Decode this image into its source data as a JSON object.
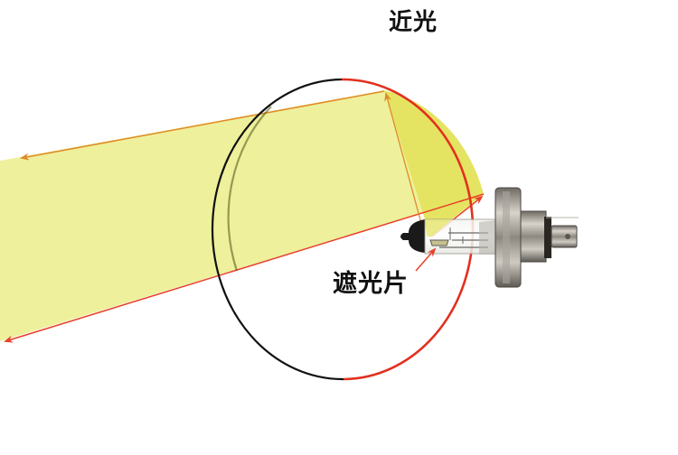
{
  "title": "近光",
  "labels": {
    "shield": "遮光片"
  },
  "colors": {
    "beam_fill": "#eef09c",
    "beam_inner_fill": "#e4e462",
    "beam_edge": "#e08a2a",
    "ray_red": "#e8412a",
    "reflector_red": "#e2301e",
    "reflector_black": "#111111",
    "metal": "#9a968e"
  },
  "diagram": {
    "type": "low-beam headlight optics",
    "elements": [
      {
        "name": "reflector",
        "shape": "ellipse",
        "left_half": "black",
        "right_half": "red"
      },
      {
        "name": "light-beam",
        "direction": "left",
        "fill": "yellow"
      },
      {
        "name": "bulb",
        "type": "H4 halogen"
      },
      {
        "name": "shield",
        "label": "遮光片"
      }
    ]
  }
}
